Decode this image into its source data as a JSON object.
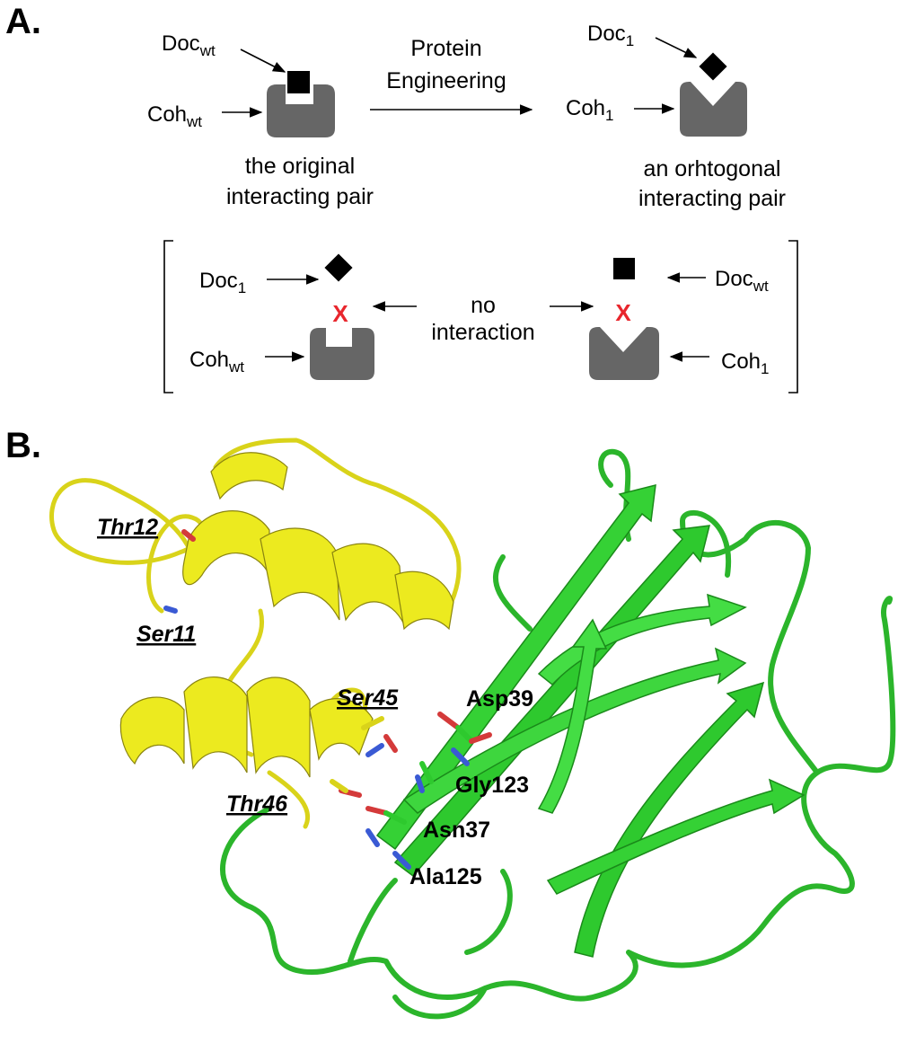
{
  "panels": {
    "a_label": "A.",
    "b_label": "B."
  },
  "scheme": {
    "doc_wt": {
      "base": "Doc",
      "sub": "wt"
    },
    "coh_wt": {
      "base": "Coh",
      "sub": "wt"
    },
    "doc_1": {
      "base": "Doc",
      "sub": "1"
    },
    "coh_1": {
      "base": "Coh",
      "sub": "1"
    },
    "process_line1": "Protein",
    "process_line2": "Engineering",
    "left_caption_line1": "the original",
    "left_caption_line2": "interacting pair",
    "right_caption_line1": "an orhtogonal",
    "right_caption_line2": "interacting pair",
    "no_interaction_line1": "no",
    "no_interaction_line2": "interaction",
    "cross_mark": "X"
  },
  "structure": {
    "residues_dockerin": [
      "Thr12",
      "Ser11",
      "Ser45",
      "Thr46"
    ],
    "residues_cohesin": [
      "Asp39",
      "Gly123",
      "Asn37",
      "Ala125"
    ]
  },
  "colors": {
    "cohesin_block": "#666666",
    "dockerin_block": "#000000",
    "cross": "#e8262d",
    "dockerin_ribbon": "#ecea1f",
    "cohesin_ribbon": "#2ec92e"
  }
}
